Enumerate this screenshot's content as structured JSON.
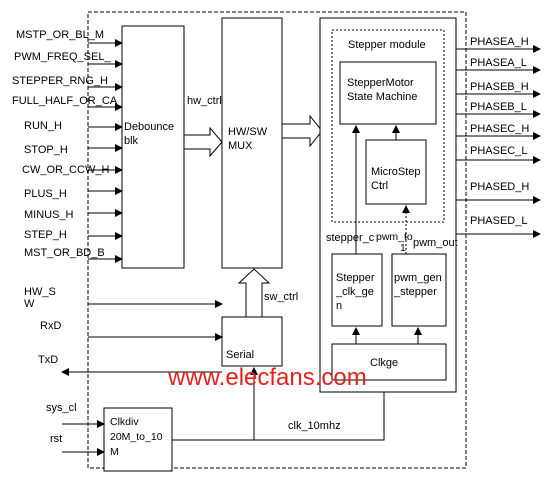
{
  "inputs": [
    "MSTP_OR_BL_M",
    "PWM_FREQ_SEL_",
    "STEPPER_RNG_H",
    "FULL_HALF_OR_CA",
    "RUN_H",
    "STOP_H",
    "CW_OR_CCW_H",
    "PLUS_H",
    "MINUS_H",
    "STEP_H",
    "MST_OR_BD_B"
  ],
  "hw_s": [
    "HW_S",
    "W"
  ],
  "rxd": "RxD",
  "txd": "TxD",
  "sys_clk": "sys_cl",
  "rst": "rst",
  "blocks": {
    "debounce": [
      "Debounce",
      "blk"
    ],
    "mux": [
      "HW/SW",
      "MUX"
    ],
    "serial": "Serial",
    "clkdiv": [
      "Clkdiv",
      "20M_to_10",
      "M"
    ],
    "stepper_module": "Stepper module",
    "state_machine": [
      "StepperMotor",
      "State Machine"
    ],
    "microstep": [
      "MicroStep",
      "Ctrl"
    ],
    "stepper_clk": [
      "Stepper",
      "_clk_ge",
      "n"
    ],
    "pwm_gen": [
      "pwm_gen",
      "_stepper"
    ],
    "clkge": "Clkge"
  },
  "signals": {
    "hw_ctrl": "hw_ctrl",
    "sw_ctrl": "sw_ctrl",
    "clk_10mhz": "clk_10mhz",
    "stepper_c": "stepper_c",
    "pwm_to": [
      "pwm_to",
      "1"
    ],
    "pwm_out": "pwm_out"
  },
  "outputs": [
    "PHASEA_H",
    "PHASEA_L",
    "PHASEB_H",
    "PHASEB_L",
    "PHASEC_H",
    "PHASEC_L",
    "PHASED_H",
    "PHASED_L"
  ],
  "watermark": "www.elecfans.com"
}
